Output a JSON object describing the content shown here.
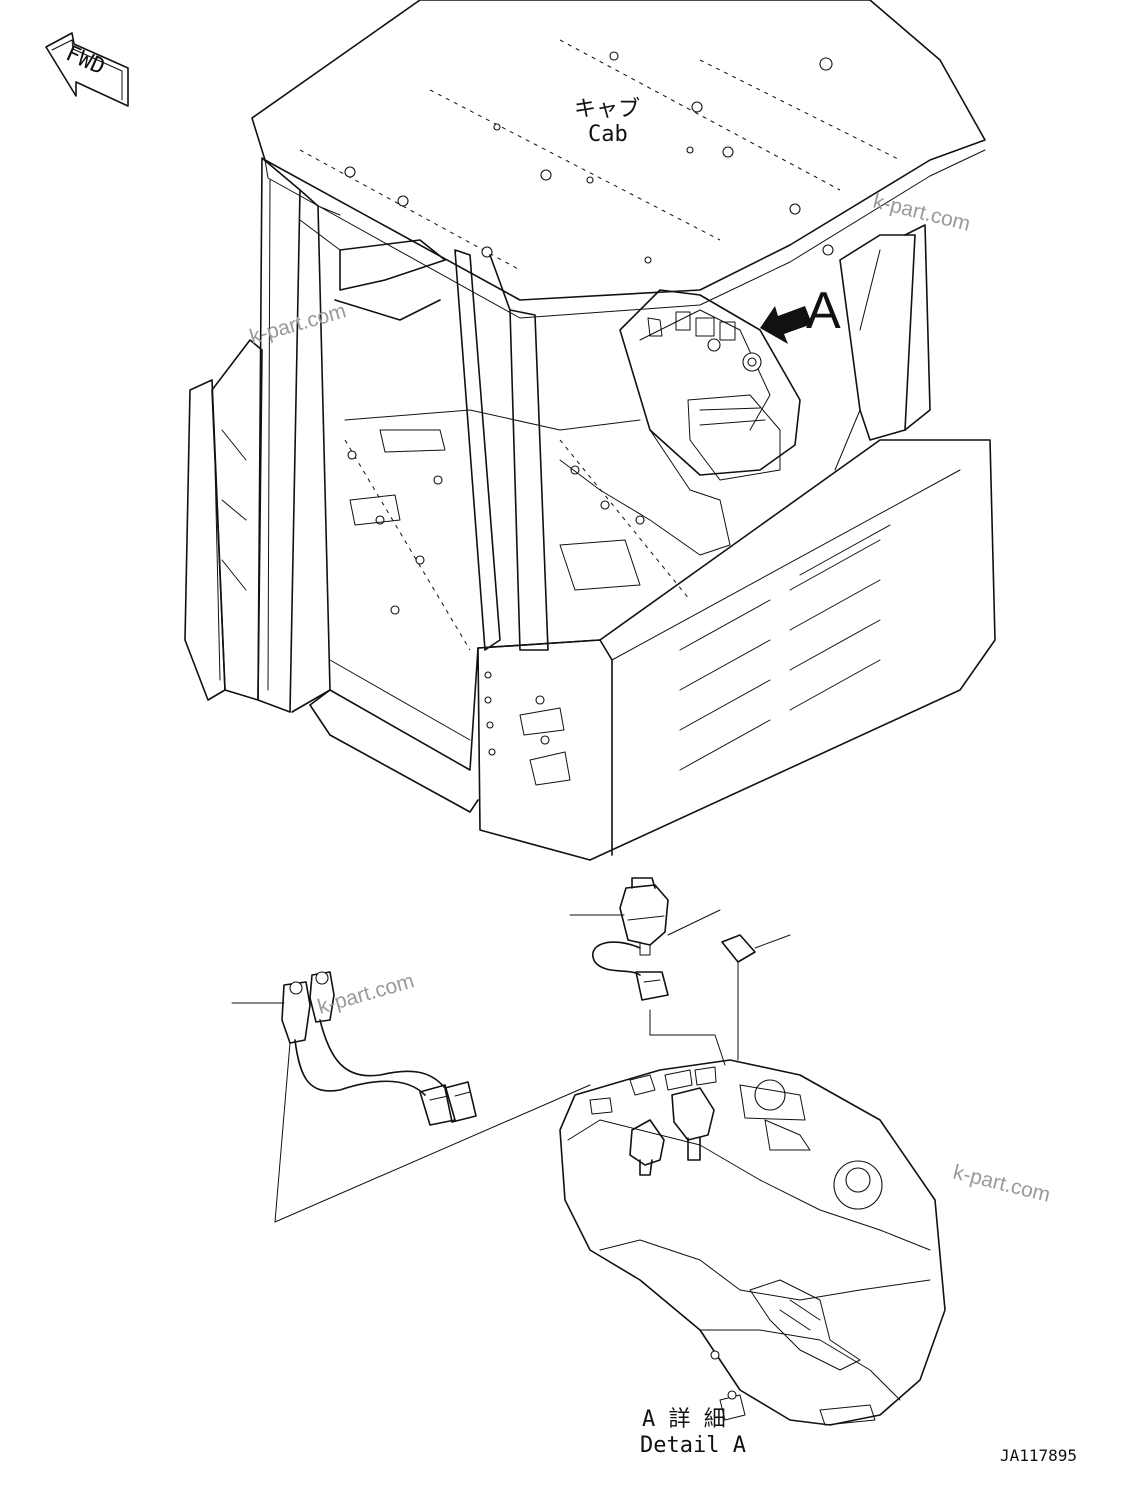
{
  "fwd_label": "FWD",
  "cab_label_jp": "キャブ",
  "cab_label_en": "Cab",
  "view_marker": "A",
  "detail_label_jp": "A 詳 細",
  "detail_label_en": "Detail A",
  "drawing_number": "JA117895",
  "watermark": "k-part.com",
  "colors": {
    "line": "#111111",
    "watermark": "#9a9a9a",
    "background": "#ffffff"
  }
}
